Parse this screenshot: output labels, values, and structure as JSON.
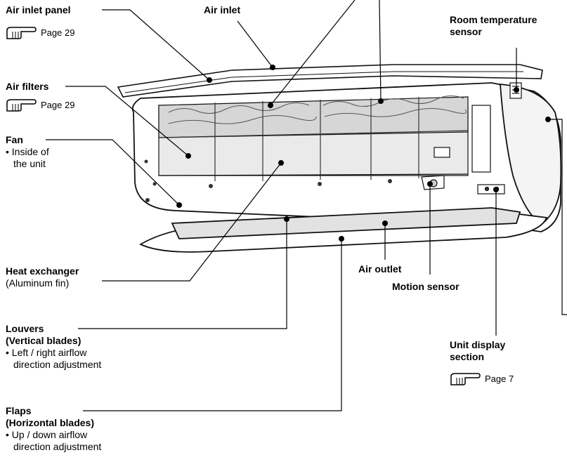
{
  "labels": {
    "air_inlet_panel": "Air inlet panel",
    "air_inlet_panel_ref": "Page 29",
    "air_inlet": "Air inlet",
    "room_temp_sensor_1": "Room temperature",
    "room_temp_sensor_2": "sensor",
    "air_filters": "Air filters",
    "air_filters_ref": "Page 29",
    "fan": "Fan",
    "fan_note_1": "• Inside of",
    "fan_note_2": "the unit",
    "heat_exchanger": "Heat exchanger",
    "heat_exchanger_note": "(Aluminum fin)",
    "air_outlet": "Air outlet",
    "motion_sensor": "Motion sensor",
    "louvers": "Louvers",
    "louvers_sub": "(Vertical blades)",
    "louvers_note_1": "• Left / right airflow",
    "louvers_note_2": "direction adjustment",
    "unit_display_1": "Unit display",
    "unit_display_2": "section",
    "unit_display_ref": "Page 7",
    "flaps": "Flaps",
    "flaps_sub": "(Horizontal blades)",
    "flaps_note_1": "• Up / down airflow",
    "flaps_note_2": "direction adjustment"
  },
  "icons": {
    "page_ref": "pointing-hand-icon"
  }
}
